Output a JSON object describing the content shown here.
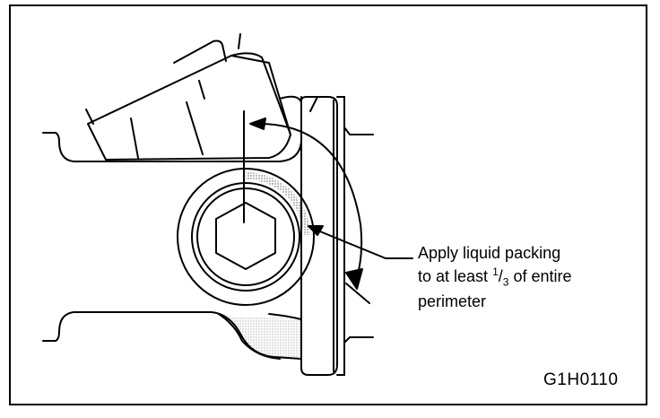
{
  "figure": {
    "callout": {
      "line1": "Apply liquid packing",
      "line2_prefix": "to at least ",
      "fraction_num": "1",
      "fraction_slash": "/",
      "fraction_den": "3",
      "line2_suffix": " of entire",
      "line3": "perimeter"
    },
    "figure_code": "G1H0110"
  },
  "colors": {
    "line": "#000000",
    "background": "#ffffff",
    "stipple": "#555555"
  }
}
